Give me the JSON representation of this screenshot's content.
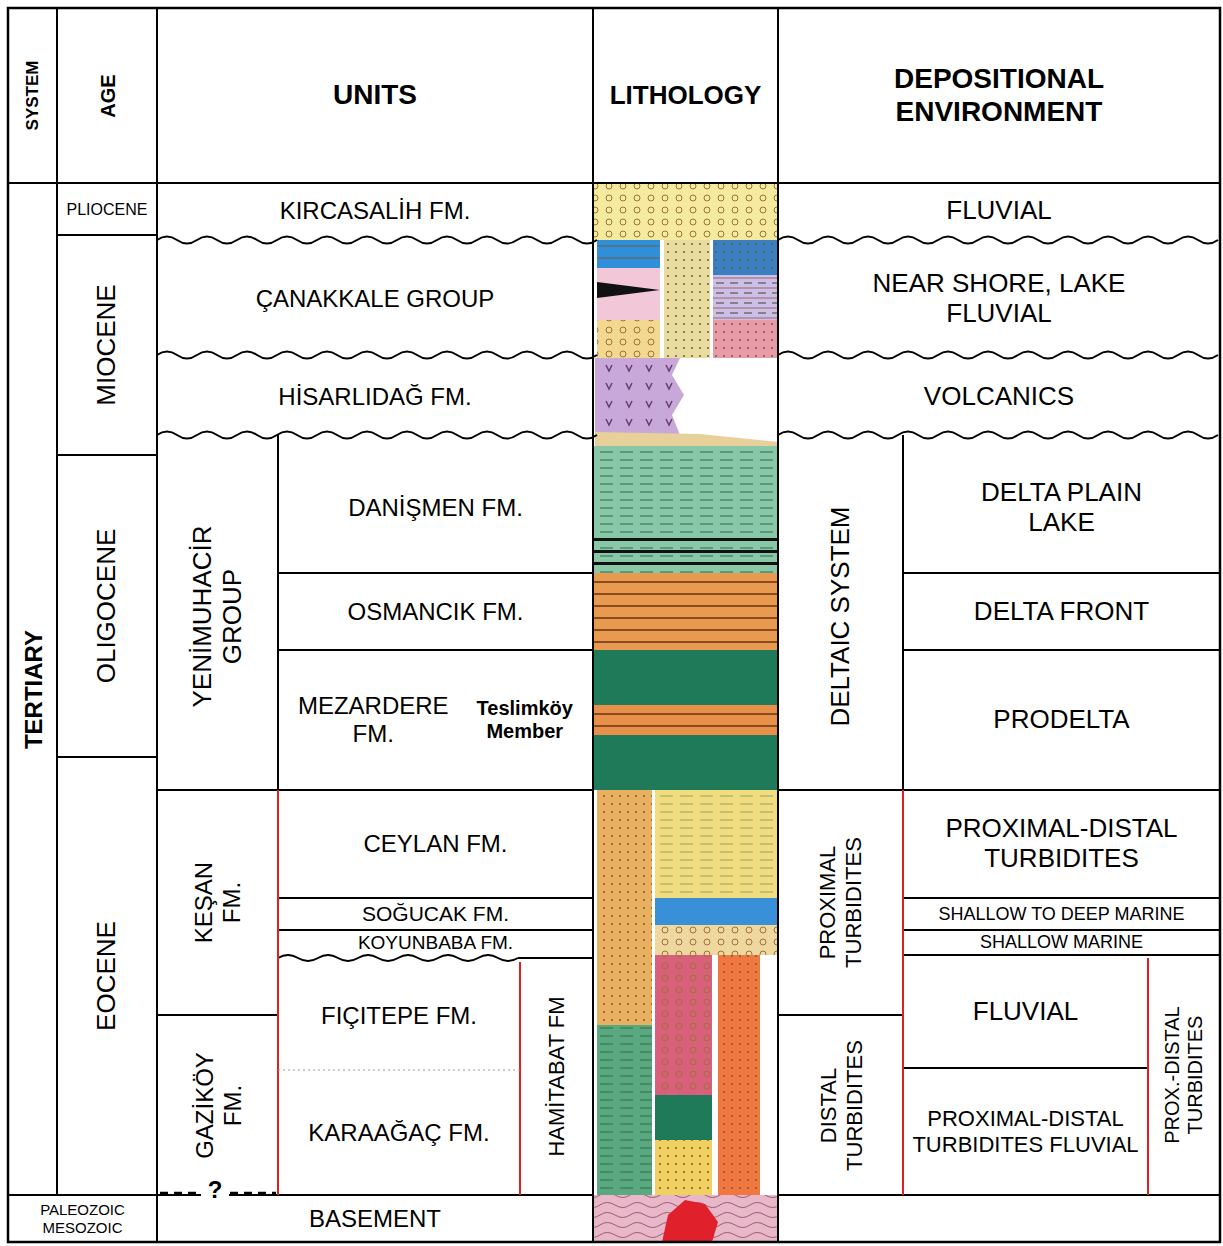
{
  "diagram": {
    "nodes": [
      {
        "text": [
          "SYSTEM"
        ]
      },
      {
        "text": [
          "AGE"
        ]
      },
      {
        "text": [
          "UNITS"
        ]
      },
      {
        "text": [
          "LITHOLOGY"
        ]
      },
      {
        "text": [
          "DEPOSITIONAL ENVIRONMENT"
        ]
      },
      {
        "text": [
          "TERTIARY"
        ]
      },
      {
        "text": [
          "PLIOCENE"
        ]
      },
      {
        "text": [
          "KIRCASALİH FM."
        ]
      },
      {
        "text": [
          "FLUVIAL"
        ]
      },
      {
        "text": [
          "MIOCENE"
        ]
      },
      {
        "text": [
          "ÇANAKKALE GROUP"
        ]
      },
      {
        "text": [
          "NEAR SHORE, LAKE FLUVIAL"
        ]
      },
      {
        "text": [
          "HİSARLIDAĞ FM."
        ]
      },
      {
        "text": [
          "VOLCANICS"
        ]
      },
      {
        "text": [
          "YENİMUHACİR GROUP"
        ]
      },
      {
        "text": [
          "DANİŞMEN FM."
        ]
      },
      {
        "text": [
          "DELTAIC SYSTEM"
        ]
      },
      {
        "text": [
          "DELTA PLAIN LAKE"
        ]
      },
      {
        "text": [
          "OLIGOCENE"
        ]
      },
      {
        "text": [
          "OSMANCIK FM."
        ]
      },
      {
        "text": [
          "DELTA FRONT"
        ]
      },
      {
        "text": [
          "MEZARDERE FM.",
          "Teslimköy Member"
        ]
      },
      {
        "text": [
          "PRODELTA"
        ]
      },
      {
        "text": [
          "EOCENE"
        ]
      },
      {
        "text": [
          "KEŞAN FM."
        ]
      },
      {
        "text": [
          "CEYLAN FM."
        ]
      },
      {
        "text": [
          "PROXIMAL TURBIDITES"
        ]
      },
      {
        "text": [
          "PROXIMAL-DISTAL TURBIDITES"
        ]
      },
      {
        "text": [
          "SOĞUCAK FM."
        ]
      },
      {
        "text": [
          "SHALLOW TO DEEP MARINE"
        ]
      },
      {
        "text": [
          "KOYUNBABA FM."
        ]
      },
      {
        "text": [
          "SHALLOW MARINE"
        ]
      },
      {
        "text": [
          "FIÇITEPE FM."
        ]
      },
      {
        "text": [
          "HAMİTABAT FM"
        ]
      },
      {
        "text": [
          "FLUVIAL"
        ]
      },
      {
        "text": [
          "PROX.-DISTAL TURBIDITES"
        ]
      },
      {
        "text": [
          "GAZİKÖY FM."
        ]
      },
      {
        "text": [
          "DISTAL TURBIDITES"
        ]
      },
      {
        "text": [
          "KARAAĞAÇ FM."
        ]
      },
      {
        "text": [
          "PROXIMAL-DISTAL TURBIDITES FLUVIAL"
        ]
      },
      {
        "text": [
          "PALEOZOIC MESOZOIC"
        ]
      },
      {
        "text": [
          "BASEMENT"
        ]
      }
    ],
    "labels": [
      "?"
    ]
  }
}
